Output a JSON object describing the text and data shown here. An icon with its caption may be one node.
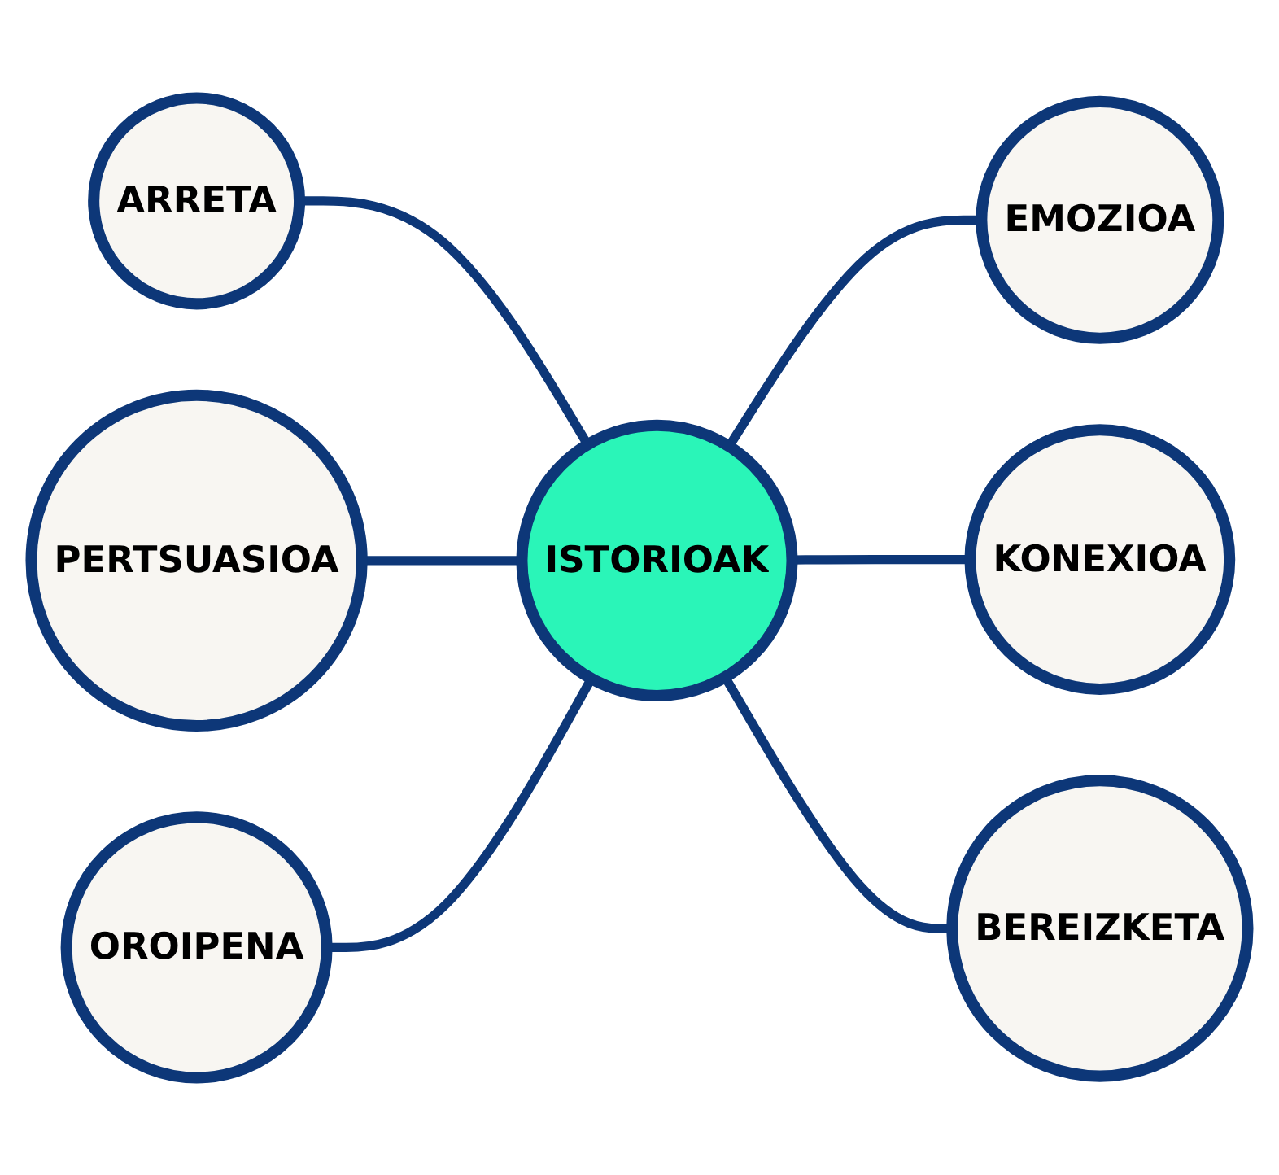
{
  "diagram": {
    "nodes": [
      {
        "text": [
          "ARRETA"
        ]
      },
      {
        "text": [
          "EMOZIOA"
        ]
      },
      {
        "text": [
          "PERTSUASIOA"
        ]
      },
      {
        "text": [
          "ISTORIOAK"
        ]
      },
      {
        "text": [
          "KONEXIOA"
        ]
      },
      {
        "text": [
          "OROIPENA"
        ]
      },
      {
        "text": [
          "BEREIZKETA"
        ]
      }
    ],
    "edges": [
      {
        "from": 0,
        "to": 3,
        "arrow": "none"
      },
      {
        "from": 3,
        "to": 1,
        "arrow": "none"
      },
      {
        "from": 2,
        "to": 3,
        "arrow": "none"
      },
      {
        "from": 3,
        "to": 4,
        "arrow": "none"
      },
      {
        "from": 5,
        "to": 3,
        "arrow": "none"
      },
      {
        "from": 3,
        "to": 6,
        "arrow": "none"
      }
    ]
  }
}
